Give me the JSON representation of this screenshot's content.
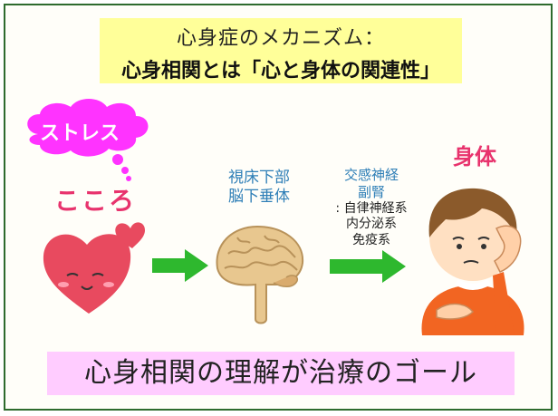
{
  "title": {
    "line1": "心身症のメカニズム：",
    "line2": "心身相関とは「心と身体の関連性」"
  },
  "stress": "ストレス",
  "kokoro": "こころ",
  "brain": {
    "line1": "視床下部",
    "line2": "脳下垂体"
  },
  "nerves": {
    "line1": "交感神経",
    "line2": "副腎",
    "items": [
      ": 自律神経系",
      "内分泌系",
      "免疫系"
    ]
  },
  "body_label": "身体",
  "goal": "心身相関の理解が治療のゴール",
  "colors": {
    "title_bg": "#ffff99",
    "goal_bg": "#ffccff",
    "stress_cloud": "#ff33ff",
    "heart": "#e84a5f",
    "arrow": "#2eb82e",
    "accent_pink": "#e8336d",
    "accent_blue": "#2f7fb7"
  }
}
